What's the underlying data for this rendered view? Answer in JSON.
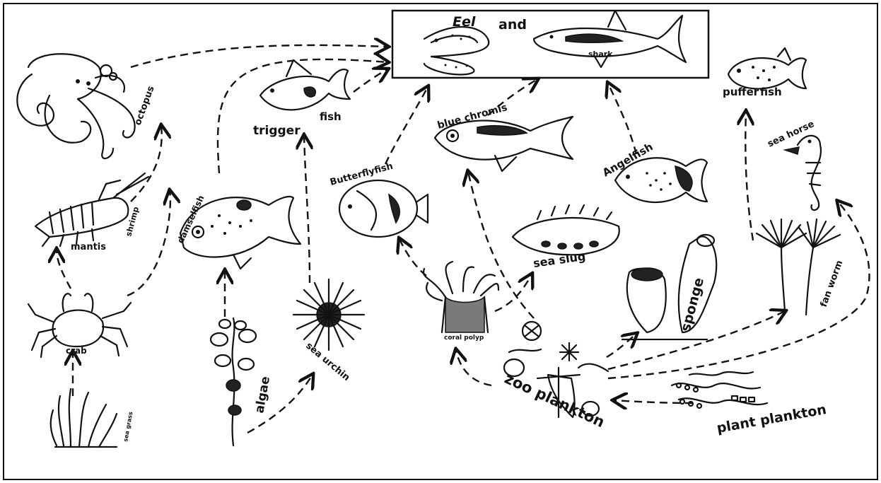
{
  "top_box": {
    "eel_label": "Eel",
    "and_label": "and",
    "shark_label": "shark"
  },
  "organisms": {
    "octopus": "octopus",
    "mantis_shrimp_a": "mantis",
    "mantis_shrimp_b": "shrimp",
    "crab": "crab",
    "sea_grass": "sea grass",
    "damselfish": "damselfish",
    "algae": "algae",
    "trigger_a": "trigger",
    "trigger_b": "fish",
    "sea_urchin": "sea urchin",
    "butterflyfish": "Butterflyfish",
    "blue_chromis": "blue chromis",
    "sea_slug": "sea slug",
    "coral_polyp": "coral polyp",
    "zooplankton": "zoo plankton",
    "angelfish": "Angelfish",
    "sponge": "sponge",
    "pufferfish_a": "puffer",
    "pufferfish_b": "fish",
    "sea_horse": "sea horse",
    "fan_worm": "fan worm",
    "plant_plankton": "plant plankton"
  }
}
